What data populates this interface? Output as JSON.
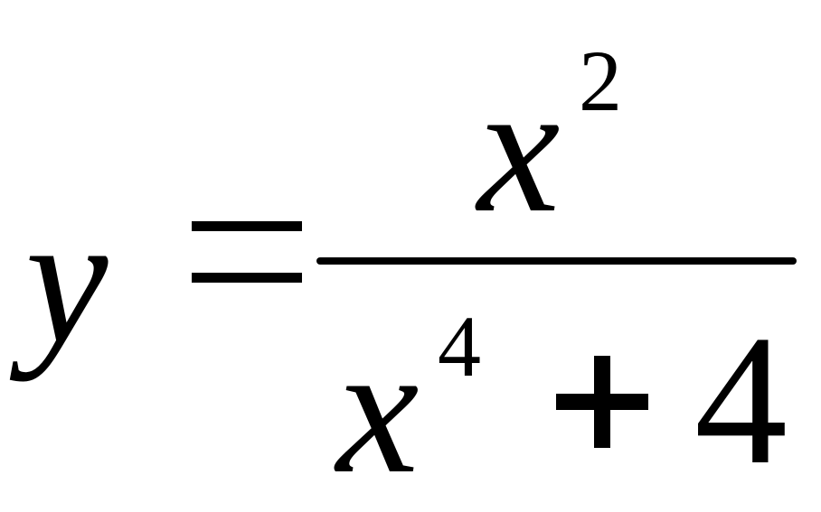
{
  "formula": {
    "lhs": {
      "variable": "y"
    },
    "relation": {
      "symbol": "="
    },
    "numerator": {
      "base": "x",
      "exponent": "2"
    },
    "denominator": {
      "base": "x",
      "exponent": "4",
      "operator": "+",
      "constant": "4"
    }
  }
}
